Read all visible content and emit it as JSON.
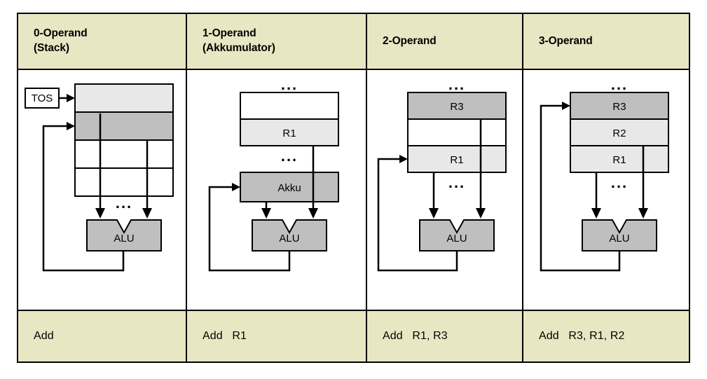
{
  "colors": {
    "header_bg": "#e8e7c3",
    "footer_bg": "#e8e7c3",
    "light_gray": "#e8e8e8",
    "mid_gray": "#bfbfbf",
    "white": "#ffffff",
    "stroke": "#000000"
  },
  "columns": [
    {
      "id": "col-0-operand",
      "header_line1": "0-Operand",
      "header_line2": "(Stack)",
      "instruction": "Add",
      "diagram": {
        "type": "stack-machine",
        "pointer_label": "TOS",
        "alu_label": "ALU",
        "ellipsis": "...",
        "cells": [
          {
            "label": "",
            "fill": "light_gray"
          },
          {
            "label": "",
            "fill": "mid_gray"
          },
          {
            "label": "",
            "fill": "white"
          },
          {
            "label": "",
            "fill": "white"
          }
        ]
      }
    },
    {
      "id": "col-1-operand",
      "header_line1": "1-Operand",
      "header_line2": "(Akkumulator)",
      "instruction": "Add   R1",
      "diagram": {
        "type": "accumulator-machine",
        "accumulator_label": "Akku",
        "alu_label": "ALU",
        "ellipsis": "...",
        "cells": [
          {
            "label": "",
            "fill": "white"
          },
          {
            "label": "R1",
            "fill": "light_gray"
          }
        ]
      }
    },
    {
      "id": "col-2-operand",
      "header_line1": "2-Operand",
      "header_line2": "",
      "instruction": "Add   R1, R3",
      "diagram": {
        "type": "two-operand-machine",
        "alu_label": "ALU",
        "ellipsis": "...",
        "cells": [
          {
            "label": "R3",
            "fill": "mid_gray"
          },
          {
            "label": "",
            "fill": "white"
          },
          {
            "label": "R1",
            "fill": "light_gray"
          }
        ]
      }
    },
    {
      "id": "col-3-operand",
      "header_line1": "3-Operand",
      "header_line2": "",
      "instruction": "Add   R3, R1, R2",
      "diagram": {
        "type": "three-operand-machine",
        "alu_label": "ALU",
        "ellipsis": "...",
        "cells": [
          {
            "label": "R3",
            "fill": "mid_gray"
          },
          {
            "label": "R2",
            "fill": "light_gray"
          },
          {
            "label": "R1",
            "fill": "light_gray"
          }
        ]
      }
    }
  ]
}
